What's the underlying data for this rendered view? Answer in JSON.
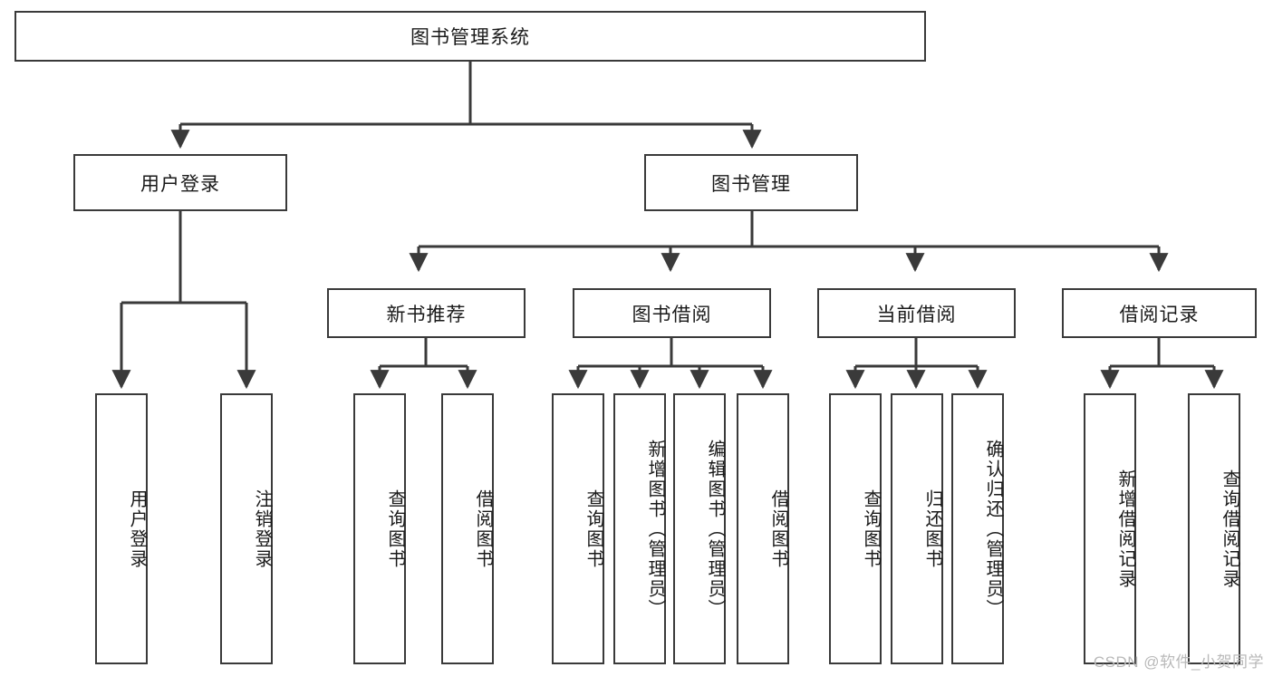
{
  "diagram": {
    "title": "图书管理系统",
    "type": "hierarchy-tree",
    "root": {
      "label": "图书管理系统"
    },
    "level2": [
      {
        "label": "用户登录"
      },
      {
        "label": "图书管理"
      }
    ],
    "level3": [
      {
        "label": "新书推荐"
      },
      {
        "label": "图书借阅"
      },
      {
        "label": "当前借阅"
      },
      {
        "label": "借阅记录"
      }
    ],
    "leaves": {
      "user_login": [
        {
          "label": "用户登录"
        },
        {
          "label": "注销登录"
        }
      ],
      "new_book_recommend": [
        {
          "label": "查询图书"
        },
        {
          "label": "借阅图书"
        }
      ],
      "book_borrow": [
        {
          "label": "查询图书"
        },
        {
          "label": "新增图书（管理员）"
        },
        {
          "label": "编辑图书（管理员）"
        },
        {
          "label": "借阅图书"
        }
      ],
      "current_borrow": [
        {
          "label": "查询图书"
        },
        {
          "label": "归还图书"
        },
        {
          "label": "确认归还（管理员）"
        }
      ],
      "borrow_records": [
        {
          "label": "新增借阅记录"
        },
        {
          "label": "查询借阅记录"
        }
      ]
    }
  },
  "watermark": {
    "text": "CSDN @软件_小贺同学"
  },
  "colors": {
    "stroke": "#3a3a3a",
    "text": "#1a1a1a",
    "background": "#ffffff",
    "watermark": "#b9b9b9"
  }
}
